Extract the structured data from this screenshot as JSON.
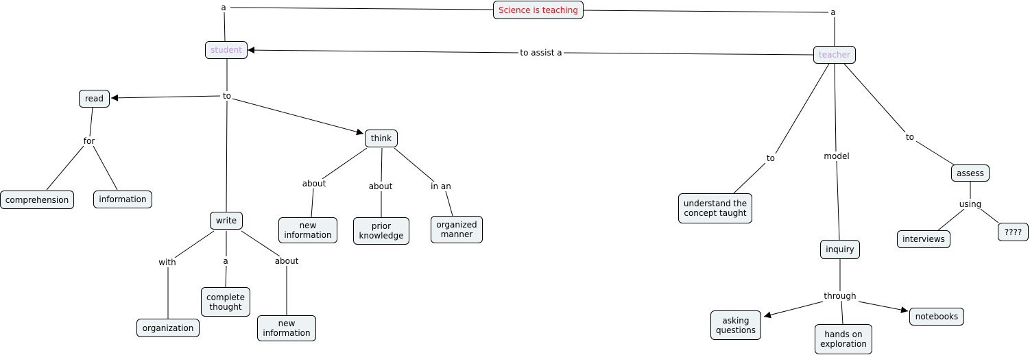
{
  "colors": {
    "root_text": "#e8141c",
    "agent_text": "#c09ae6",
    "node_fill": "#edf2f4",
    "line": "#000000"
  },
  "nodes": {
    "root": "Science is teaching",
    "student": "student",
    "teacher": "teacher",
    "read": "read",
    "think": "think",
    "write": "write",
    "comprehension": "comprehension",
    "information": "information",
    "think_new_info": "new\ninformation",
    "prior_knowledge": "prior\nknowledge",
    "organized_manner": "organized\nmanner",
    "organization": "organization",
    "complete_thought": "complete\nthought",
    "write_new_info": "new\ninformation",
    "understand_concept": "understand the\nconcept taught",
    "inquiry": "inquiry",
    "asking_questions": "asking\nquestions",
    "hands_on": "hands on\nexploration",
    "notebooks": "notebooks",
    "assess": "assess",
    "interviews": "interviews",
    "unknown": "????"
  },
  "links": {
    "root_a_left": "a",
    "root_a_right": "a",
    "to_assist_a": "to assist a",
    "student_to": "to",
    "read_for": "for",
    "think_about_1": "about",
    "think_about_2": "about",
    "think_in_an": "in an",
    "write_with": "with",
    "write_a": "a",
    "write_about": "about",
    "teacher_to_1": "to",
    "teacher_model": "model",
    "teacher_to_2": "to",
    "assess_using": "using",
    "inquiry_through": "through"
  }
}
